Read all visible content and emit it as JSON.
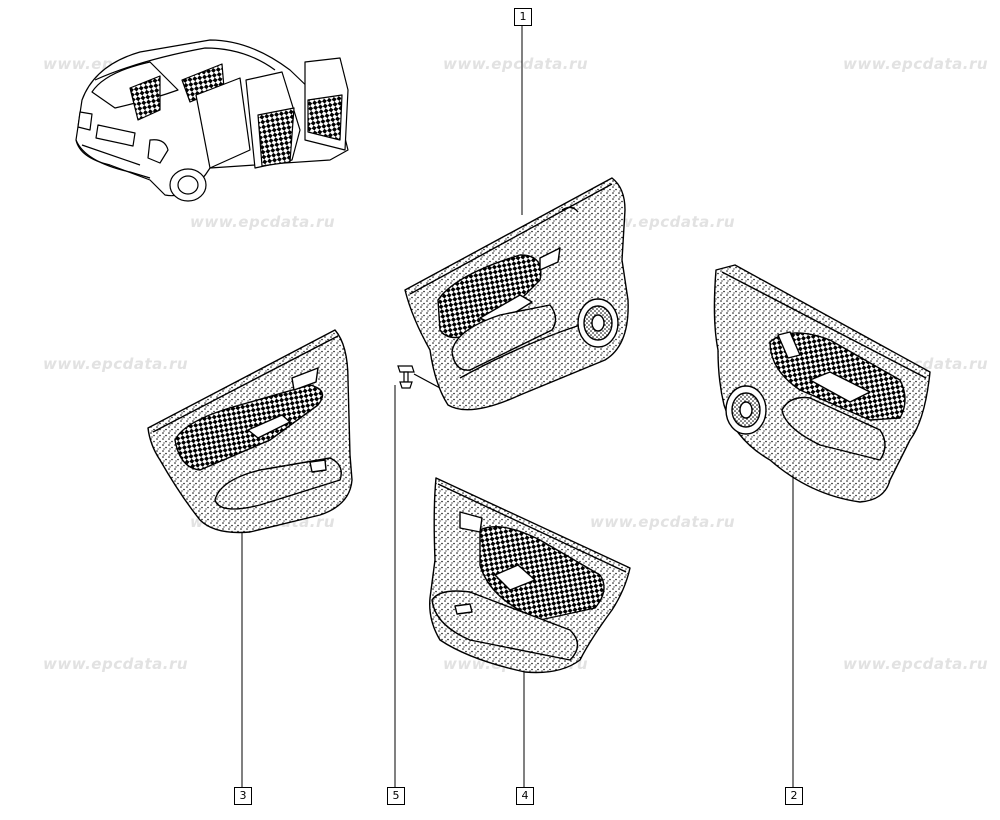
{
  "watermark": "www.epcdata.ru",
  "callouts": [
    {
      "id": "callout-1",
      "label": "1"
    },
    {
      "id": "callout-2",
      "label": "2"
    },
    {
      "id": "callout-3",
      "label": "3"
    },
    {
      "id": "callout-4",
      "label": "4"
    },
    {
      "id": "callout-5",
      "label": "5"
    }
  ],
  "colors": {
    "line": "#000000",
    "watermark": "#e2e2e2",
    "background": "#ffffff"
  }
}
